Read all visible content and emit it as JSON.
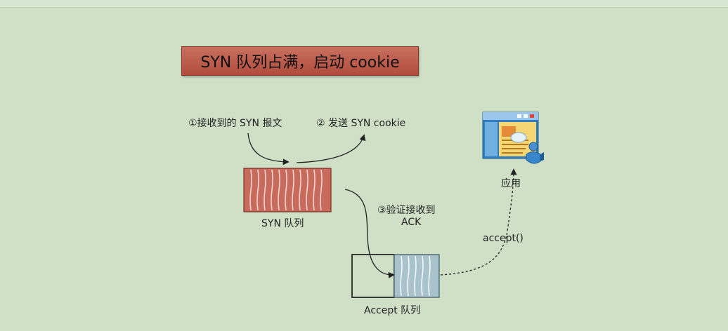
{
  "title": "SYN 队列占满，启动 cookie",
  "labels": {
    "step1": "①接收到的 SYN 报文",
    "step2": "② 发送 SYN cookie",
    "step3_line1": "③验证接收到",
    "step3_line2": "ACK",
    "syn_queue": "SYN 队列",
    "accept_queue": "Accept 队列",
    "accept_call": "accept()",
    "app": "应用"
  },
  "colors": {
    "syn_queue_fill": "#c86a5c",
    "accept_queue_fill": "#a9c3cc",
    "title_fill": "#bd5d4d",
    "background": "#cfe0c7"
  },
  "icons": {
    "app": "application-window-user-icon"
  }
}
